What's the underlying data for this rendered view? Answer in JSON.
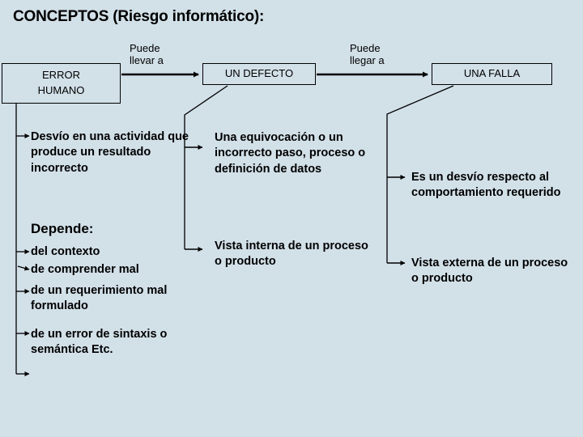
{
  "slide": {
    "title": "CONCEPTOS (Riesgo informático):",
    "background_color": "#d2e0e8",
    "line_color": "#000000",
    "text_color": "#000000"
  },
  "flow": {
    "boxes": [
      {
        "id": "error-humano",
        "label": "ERROR\nHUMANO"
      },
      {
        "id": "un-defecto",
        "label": "UN DEFECTO"
      },
      {
        "id": "una-falla",
        "label": "UNA FALLA"
      }
    ],
    "edge_labels": [
      {
        "id": "puede-llevar-a",
        "label": "Puede\nllevar a"
      },
      {
        "id": "puede-llegar-a",
        "label": "Puede\nllegar a"
      }
    ]
  },
  "columns": {
    "error_humano": {
      "items": [
        "Desvío en una actividad que produce un resultado incorrecto",
        "Depende:",
        "del contexto",
        "de comprender mal",
        "de un requerimiento mal formulado",
        "de un error de sintaxis o semántica Etc."
      ]
    },
    "un_defecto": {
      "items": [
        "Una equivocación o un incorrecto paso, proceso o definición de datos",
        "Vista interna de un proceso o producto"
      ]
    },
    "una_falla": {
      "items": [
        "Es un desvío respecto al comportamiento requerido",
        "Vista externa de un proceso o producto"
      ]
    }
  }
}
